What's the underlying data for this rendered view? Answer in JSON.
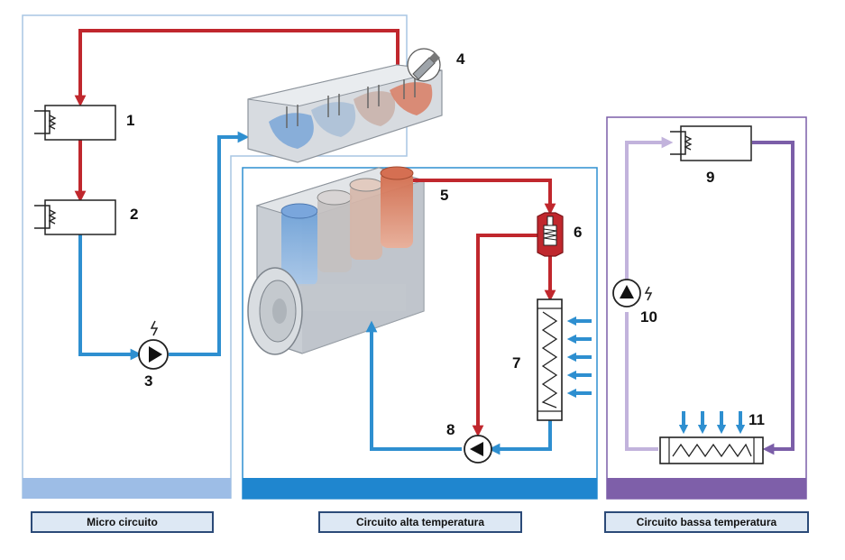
{
  "labels": {
    "n1": "1",
    "n2": "2",
    "n3": "3",
    "n4": "4",
    "n5": "5",
    "n6": "6",
    "n7": "7",
    "n8": "8",
    "n9": "9",
    "n10": "10",
    "n11": "11"
  },
  "legend": {
    "micro": "Micro circuito",
    "alta": "Circuito alta temperatura",
    "bassa": "Circuito bassa temperatura"
  },
  "colors": {
    "hot_red": "#c0272d",
    "cool_blue": "#2e8fd0",
    "low_purple": "#7b5ea8",
    "low_purple_light": "#c2b3dc",
    "micro_bar": "#9dbde6",
    "alta_bar": "#1f86cf",
    "bassa_bar": "#7e5fa9"
  }
}
